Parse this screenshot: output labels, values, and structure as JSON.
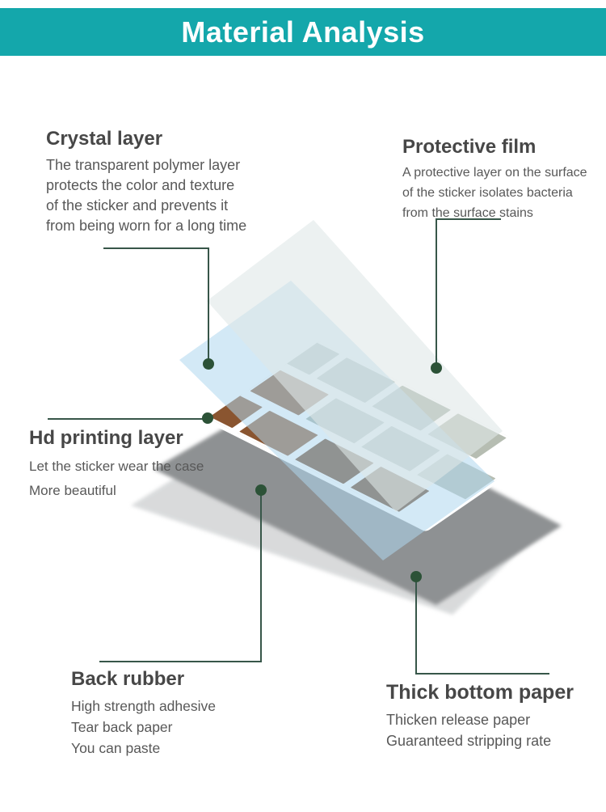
{
  "header": {
    "title": "Material Analysis",
    "bg_color": "#14a7ab",
    "text_color": "#ffffff"
  },
  "annotations": [
    {
      "id": "crystal-layer",
      "title": "Crystal layer",
      "lines": [
        "The transparent polymer layer",
        "protects the color and texture",
        "of the sticker and prevents it",
        "from being worn for a long time"
      ]
    },
    {
      "id": "protective-film",
      "title": "Protective film",
      "lines": [
        "A protective layer on the surface",
        "of the sticker isolates bacteria",
        "from the surface stains"
      ]
    },
    {
      "id": "hd-printing-layer",
      "title": "Hd printing layer",
      "lines": [
        "Let the sticker wear the case",
        "More beautiful"
      ]
    },
    {
      "id": "back-rubber",
      "title": "Back rubber",
      "lines": [
        "High strength adhesive",
        "Tear back paper",
        "You can paste"
      ]
    },
    {
      "id": "thick-bottom-paper",
      "title": "Thick bottom paper",
      "lines": [
        "Thicken release paper",
        "Guaranteed stripping rate"
      ]
    }
  ],
  "illustration": {
    "colors": {
      "protective": "#dfe7e8",
      "crystal": "#aed7ee",
      "back_rubber": "#8e9193",
      "bottom_paper": "#d7d9da",
      "callout_line": "#375649",
      "callout_dot": "#2c5237",
      "grout": "#ffffff"
    },
    "tiles": {
      "palette": {
        "brown": "#8a5530",
        "brown_dark": "#6b4122",
        "sage": "#a3aea3",
        "sage_light": "#b6bdb2"
      },
      "rows": [
        [
          "sage",
          "sage",
          "sage",
          "sage_light"
        ],
        [
          "brown",
          "sage",
          "sage",
          "sage_light"
        ],
        [
          "brown",
          "brown",
          "brown_dark",
          "brown_dark"
        ]
      ]
    }
  }
}
